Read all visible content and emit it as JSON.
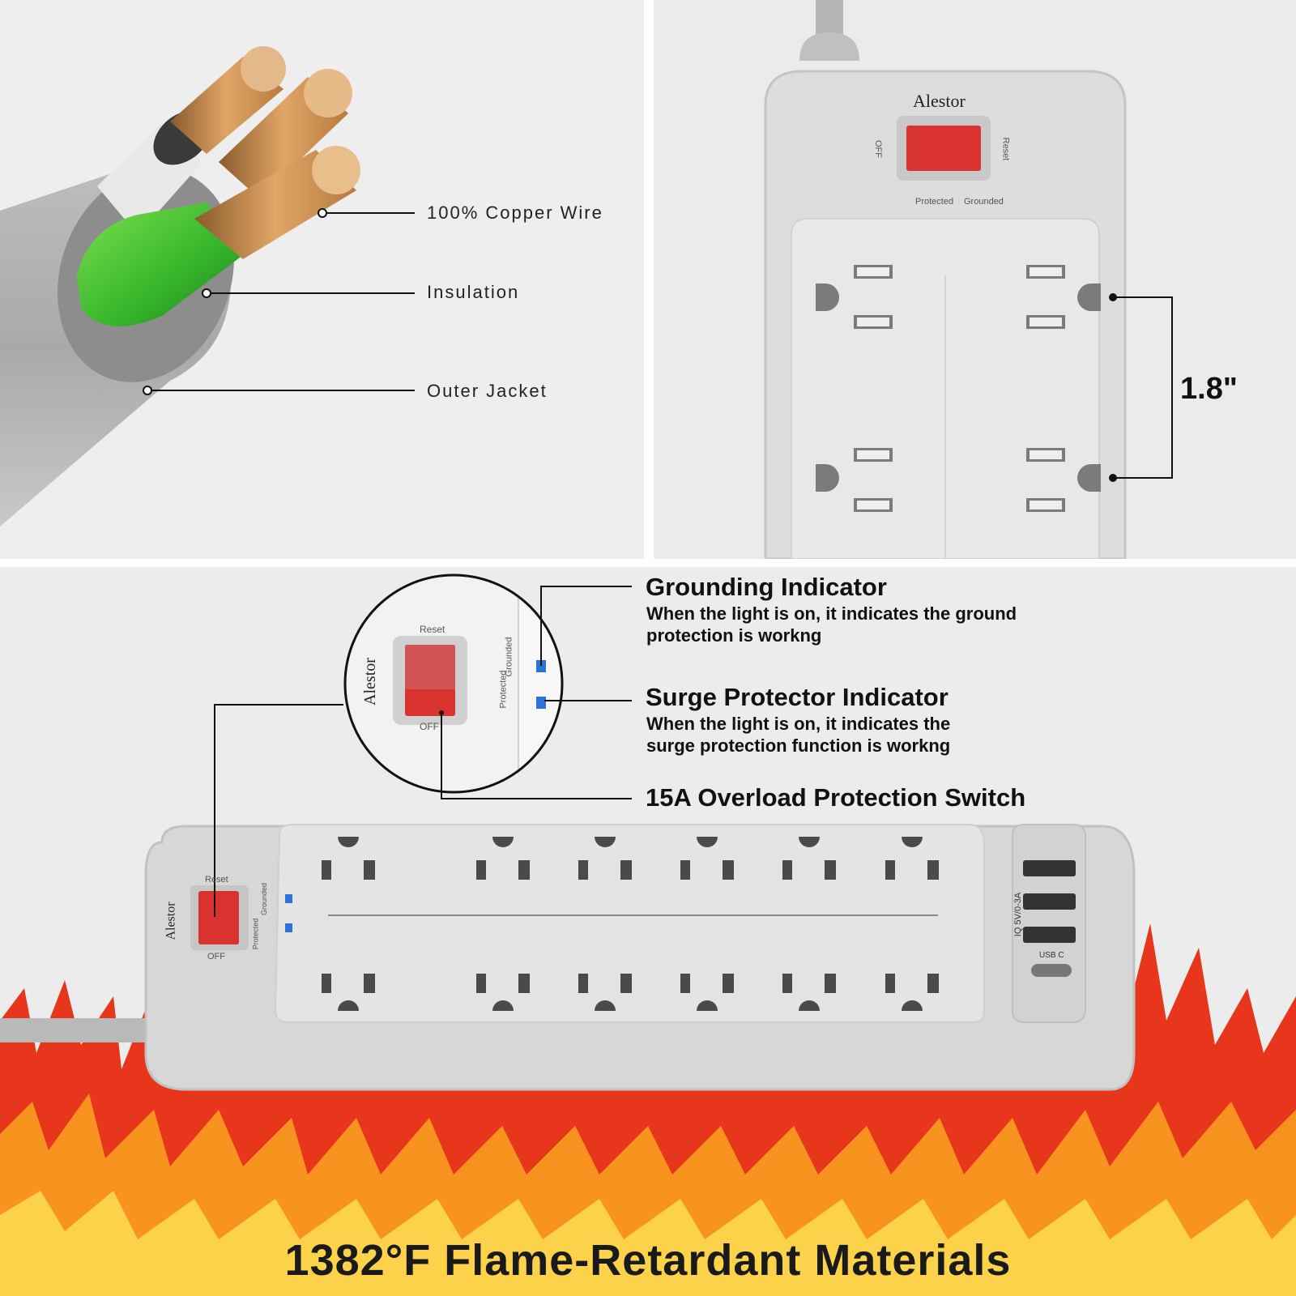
{
  "cable_panel": {
    "labels": [
      "100% Copper Wire",
      "Insulation",
      "Outer Jacket"
    ]
  },
  "strip_panel": {
    "brand": "Alestor",
    "switch_left": "OFF",
    "switch_right": "Reset",
    "indicator_left": "Protected",
    "indicator_right": "Grounded",
    "outlet_spacing": "1.8\""
  },
  "bottom_panel": {
    "indicators": [
      {
        "title": "Grounding Indicator",
        "desc": "When the light is on, it indicates the ground protection is workng"
      },
      {
        "title": "Surge Protector Indicator",
        "desc": "When the light is on, it indicates the surge protection function is workng"
      }
    ],
    "switch_title": "15A Overload Protection Switch",
    "zoom": {
      "reset": "Reset",
      "off": "OFF",
      "protected": "Protected",
      "grounded": "Grounded",
      "brand": "Alestor"
    },
    "strip": {
      "reset": "Reset",
      "off": "OFF",
      "protected": "Protected",
      "grounded": "Grounded",
      "brand": "Alestor",
      "usb_rating": "IQ 5V/0-3A",
      "usb_c": "USB C"
    },
    "flame_title": "1382°F Flame-Retardant Materials"
  },
  "colors": {
    "switch_red": "#d8332e",
    "indicator_blue": "#2b73d6",
    "flame_red": "#e8361c",
    "flame_orange": "#f7931e",
    "flame_yellow": "#fbd249",
    "insulation_green": "#3fbf2f",
    "copper": "#c98a48"
  },
  "icons": [
    "copper-cable-illustration",
    "power-strip-illustration",
    "flame-illustration"
  ]
}
